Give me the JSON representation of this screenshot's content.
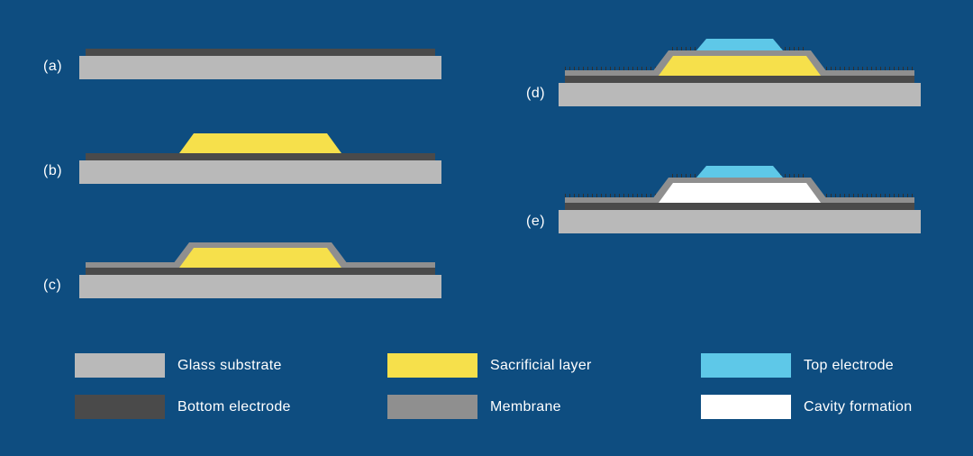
{
  "steps": [
    {
      "label": "(a)"
    },
    {
      "label": "(b)"
    },
    {
      "label": "(c)"
    },
    {
      "label": "(d)"
    },
    {
      "label": "(e)"
    }
  ],
  "legend": [
    {
      "label": "Glass substrate"
    },
    {
      "label": "Bottom electrode"
    },
    {
      "label": "Sacrificial layer"
    },
    {
      "label": "Membrane"
    },
    {
      "label": "Top electrode"
    },
    {
      "label": "Cavity formation"
    }
  ],
  "colors": {
    "background": "#0e4d80",
    "substrate": "#b9b9b9",
    "bottom_electrode": "#4a4a4a",
    "sacrificial": "#f6e04b",
    "membrane": "#8f8f8f",
    "top_electrode": "#5ec8e8",
    "cavity": "#ffffff",
    "ticks": "#303030",
    "text": "#ffffff"
  }
}
